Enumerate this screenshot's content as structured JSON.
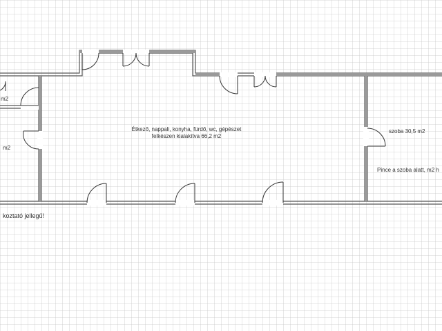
{
  "labels": {
    "main_room_line1": "Étkező, nappali, konyha, fürdő, wc, gépészet",
    "main_room_line2": "felkészen kialakítva 66,2 m2",
    "room_right": "szoba 30,5 m2",
    "cellar_note": "Pince a szoba alatt, m2 h",
    "left_room_a": "m2",
    "left_room_b": "m2",
    "footnote": "koztató jellegű!"
  },
  "colors": {
    "grid": "#c8c8c8",
    "wall": "#555555",
    "door": "#333333"
  }
}
